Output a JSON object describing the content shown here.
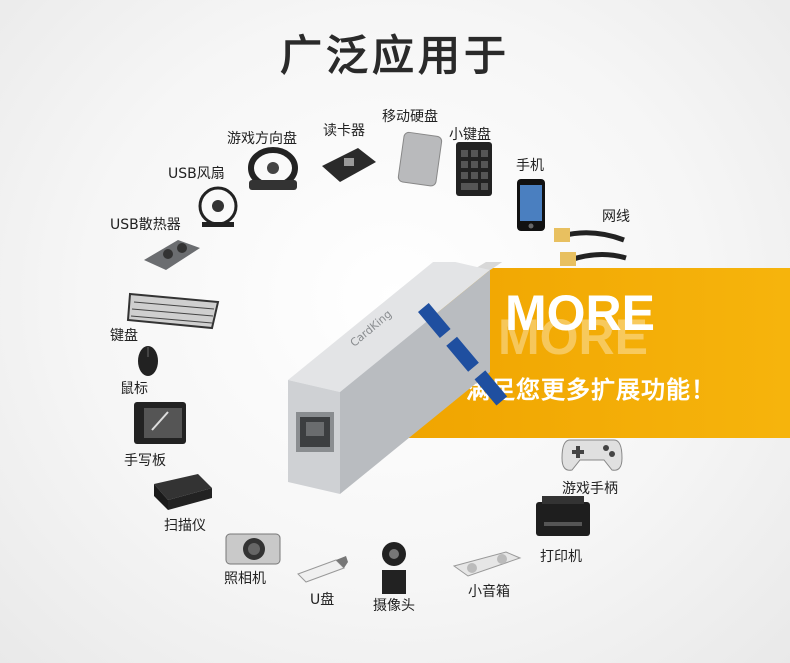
{
  "title": "广泛应用于",
  "banner": {
    "more": "MORE",
    "slogan": "满足您更多扩展功能！",
    "brand": "CardKing"
  },
  "labels": {
    "wheel": "游戏方向盘",
    "card_reader": "读卡器",
    "hdd": "移动硬盘",
    "keypad": "小键盘",
    "phone": "手机",
    "cable": "网线",
    "fan": "USB风扇",
    "cooler": "USB散热器",
    "keyboard": "键盘",
    "mouse": "鼠标",
    "tablet": "手写板",
    "scanner": "扫描仪",
    "camera": "照相机",
    "udisk": "U盘",
    "webcam": "摄像头",
    "speaker": "小音箱",
    "printer": "打印机",
    "gamepad": "游戏手柄"
  },
  "colors": {
    "accent": "#f3ac05",
    "text": "#222222",
    "hub": "#c9cbce"
  }
}
